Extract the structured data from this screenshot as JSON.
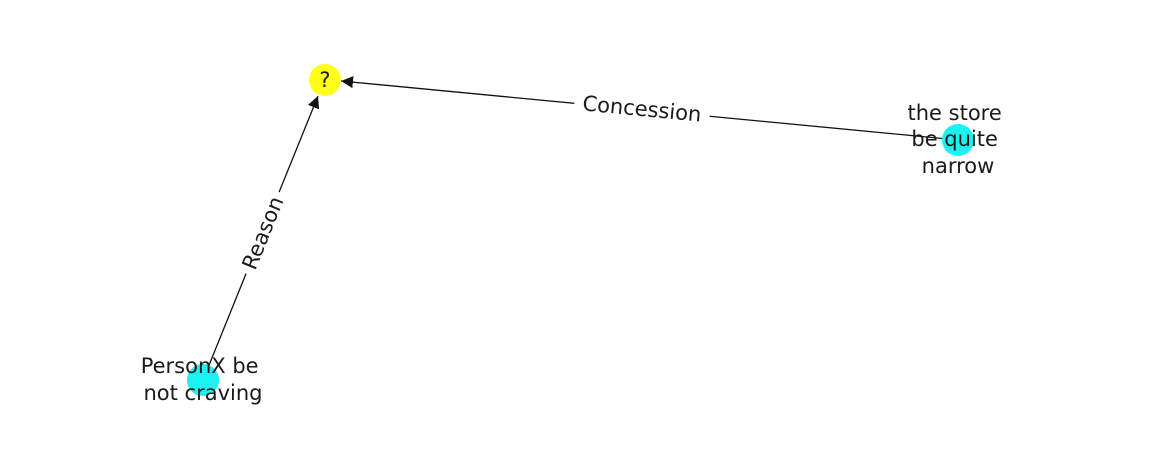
{
  "colors": {
    "question_node": "#ffff1a",
    "event_node": "#1af1f1",
    "edge": "#111111",
    "text": "#1a1a1a",
    "background": "#ffffff"
  },
  "nodes": {
    "question": {
      "label": "?"
    },
    "store": {
      "lines": [
        "the store",
        "be quite",
        "narrow"
      ]
    },
    "personx": {
      "lines": [
        "PersonX be",
        "not craving"
      ]
    }
  },
  "edges": {
    "concession": {
      "label": "Concession",
      "from": "store",
      "to": "question"
    },
    "reason": {
      "label": "Reason",
      "from": "personx",
      "to": "question"
    }
  }
}
